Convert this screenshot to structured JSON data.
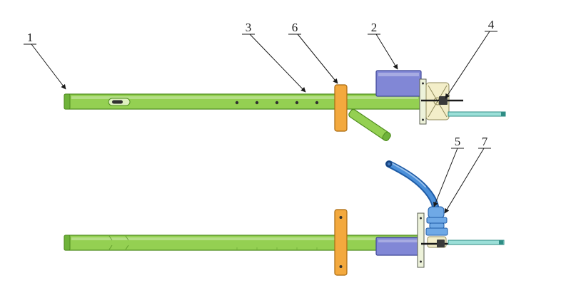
{
  "colors": {
    "bg": "#ffffff",
    "tube-green": "#94d052",
    "tube-green-dark": "#4f8c1f",
    "tube-cap": "#6fb33a",
    "slot-fill": "#ddf0bf",
    "detail-dark": "#303030",
    "flange-orange": "#f3a93e",
    "flange-orange-dark": "#a8690f",
    "block-blue": "#8187d6",
    "block-blue-dark": "#3f4796",
    "plate-pale": "#edf2da",
    "plate-stroke": "#5a5f52",
    "joint-cream": "#f3eec9",
    "joint-stroke": "#8f8a5a",
    "rod-teal": "#9bdfd8",
    "rod-teal-dark": "#2f8d85",
    "hose-blue": "#4a8fd9",
    "hose-blue-dark": "#1f5ca6",
    "fitting-blue": "#6fa9e6",
    "ink": "#1a1a1a"
  },
  "callouts": [
    {
      "label": "1"
    },
    {
      "label": "3"
    },
    {
      "label": "6"
    },
    {
      "label": "2"
    },
    {
      "label": "4"
    },
    {
      "label": "5"
    },
    {
      "label": "7"
    }
  ]
}
